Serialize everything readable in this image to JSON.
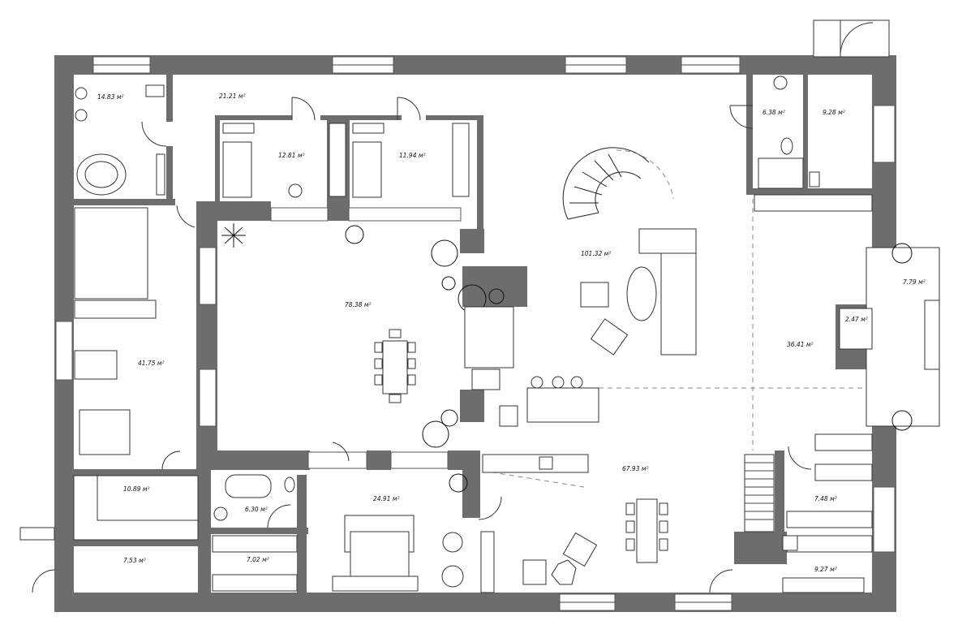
{
  "plan": {
    "rooms": [
      {
        "id": "r1",
        "area": "14.83 м²"
      },
      {
        "id": "r2",
        "area": "21.21 м²"
      },
      {
        "id": "r3",
        "area": "12.81 м²"
      },
      {
        "id": "r4",
        "area": "11.94 м²"
      },
      {
        "id": "r5",
        "area": "6.38 м²"
      },
      {
        "id": "r6",
        "area": "9.28 м²"
      },
      {
        "id": "r7",
        "area": "101.32 м²"
      },
      {
        "id": "r8",
        "area": "78.38 м²"
      },
      {
        "id": "r9",
        "area": "41.75 м²"
      },
      {
        "id": "r10",
        "area": "7.79 м²"
      },
      {
        "id": "r11",
        "area": "2.47 м²"
      },
      {
        "id": "r12",
        "area": "36.41 м²"
      },
      {
        "id": "r13",
        "area": "10.89 м²"
      },
      {
        "id": "r14",
        "area": "6.30 м²"
      },
      {
        "id": "r15",
        "area": "24.91 м²"
      },
      {
        "id": "r16",
        "area": "67.93 м²"
      },
      {
        "id": "r17",
        "area": "7.48 м²"
      },
      {
        "id": "r18",
        "area": "7.02 м²"
      },
      {
        "id": "r19",
        "area": "7.53 м²"
      },
      {
        "id": "r20",
        "area": "9.27 м²"
      }
    ]
  }
}
